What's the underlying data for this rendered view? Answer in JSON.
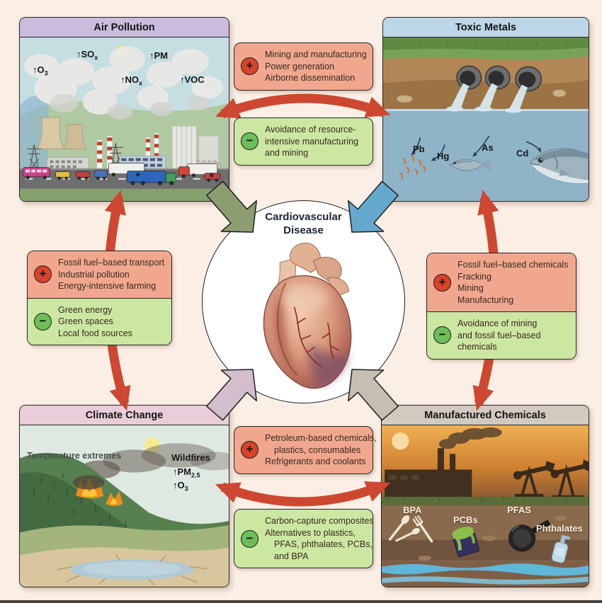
{
  "center": {
    "title_line1": "Cardiovascular",
    "title_line2": "Disease"
  },
  "symbols": {
    "plus": "+",
    "minus": "−"
  },
  "panels": {
    "air_pollution": {
      "title": "Air Pollution",
      "labels": [
        {
          "base": "↑O",
          "sub": "3"
        },
        {
          "base": "↑SO",
          "sub": "x"
        },
        {
          "base": "↑PM",
          "sub": ""
        },
        {
          "base": "↑NO",
          "sub": "x"
        },
        {
          "base": "↑VOC",
          "sub": ""
        }
      ]
    },
    "toxic_metals": {
      "title": "Toxic Metals",
      "labels": [
        "Pb",
        "Hg",
        "As",
        "Cd"
      ]
    },
    "climate_change": {
      "title": "Climate Change",
      "caption": "Temperature extremes",
      "labels": [
        {
          "base": "Wildfires",
          "sub": ""
        },
        {
          "base": "↑PM",
          "sub": "2.5"
        },
        {
          "base": "↑O",
          "sub": "3"
        }
      ]
    },
    "manufactured_chemicals": {
      "title": "Manufactured Chemicals",
      "labels": [
        "BPA",
        "PCBs",
        "PFAS",
        "Phthalates"
      ]
    }
  },
  "callouts": {
    "top": {
      "positive": [
        "Mining and manufacturing",
        "Power generation",
        "Airborne dissemination"
      ],
      "negative": [
        "Avoidance of resource-",
        "intensive manufacturing",
        "and mining"
      ]
    },
    "left": {
      "positive": [
        "Fossil fuel–based transport",
        "Industrial pollution",
        "Energy-intensive farming"
      ],
      "negative": [
        "Green energy",
        "Green spaces",
        "Local food sources"
      ]
    },
    "right": {
      "positive": [
        "Fossil fuel–based chemicals",
        "Fracking",
        "Mining",
        "Manufacturing"
      ],
      "negative": [
        "Avoidance of mining",
        "and fossil fuel–based",
        "chemicals"
      ]
    },
    "bottom": {
      "positive": [
        "Petroleum-based chemicals,",
        "plastics, consumables",
        "Refrigerants and coolants"
      ],
      "negative": [
        "Carbon-capture composites",
        "Alternatives to plastics,",
        "PFAS, phthalates, PCBs,",
        "and BPA"
      ]
    }
  },
  "colors": {
    "background": "#FBEEE5",
    "positive_box": "#F0A78E",
    "negative_box": "#CBE7A2",
    "positive_icon": "#D8432C",
    "negative_icon": "#6DBE59",
    "exchange_arrow": "#CD4731",
    "arrow_air_pollution": "#8C9E70",
    "arrow_toxic_metals": "#65A8CD",
    "arrow_climate_change": "#D2BECC",
    "arrow_manufactured_chemicals": "#C7BEB2",
    "header_air_pollution": "#C9BCDC",
    "header_toxic_metals": "#BCD8E8",
    "header_climate_change": "#E9CDD9",
    "header_manufactured_chemicals": "#D2C9BF"
  }
}
